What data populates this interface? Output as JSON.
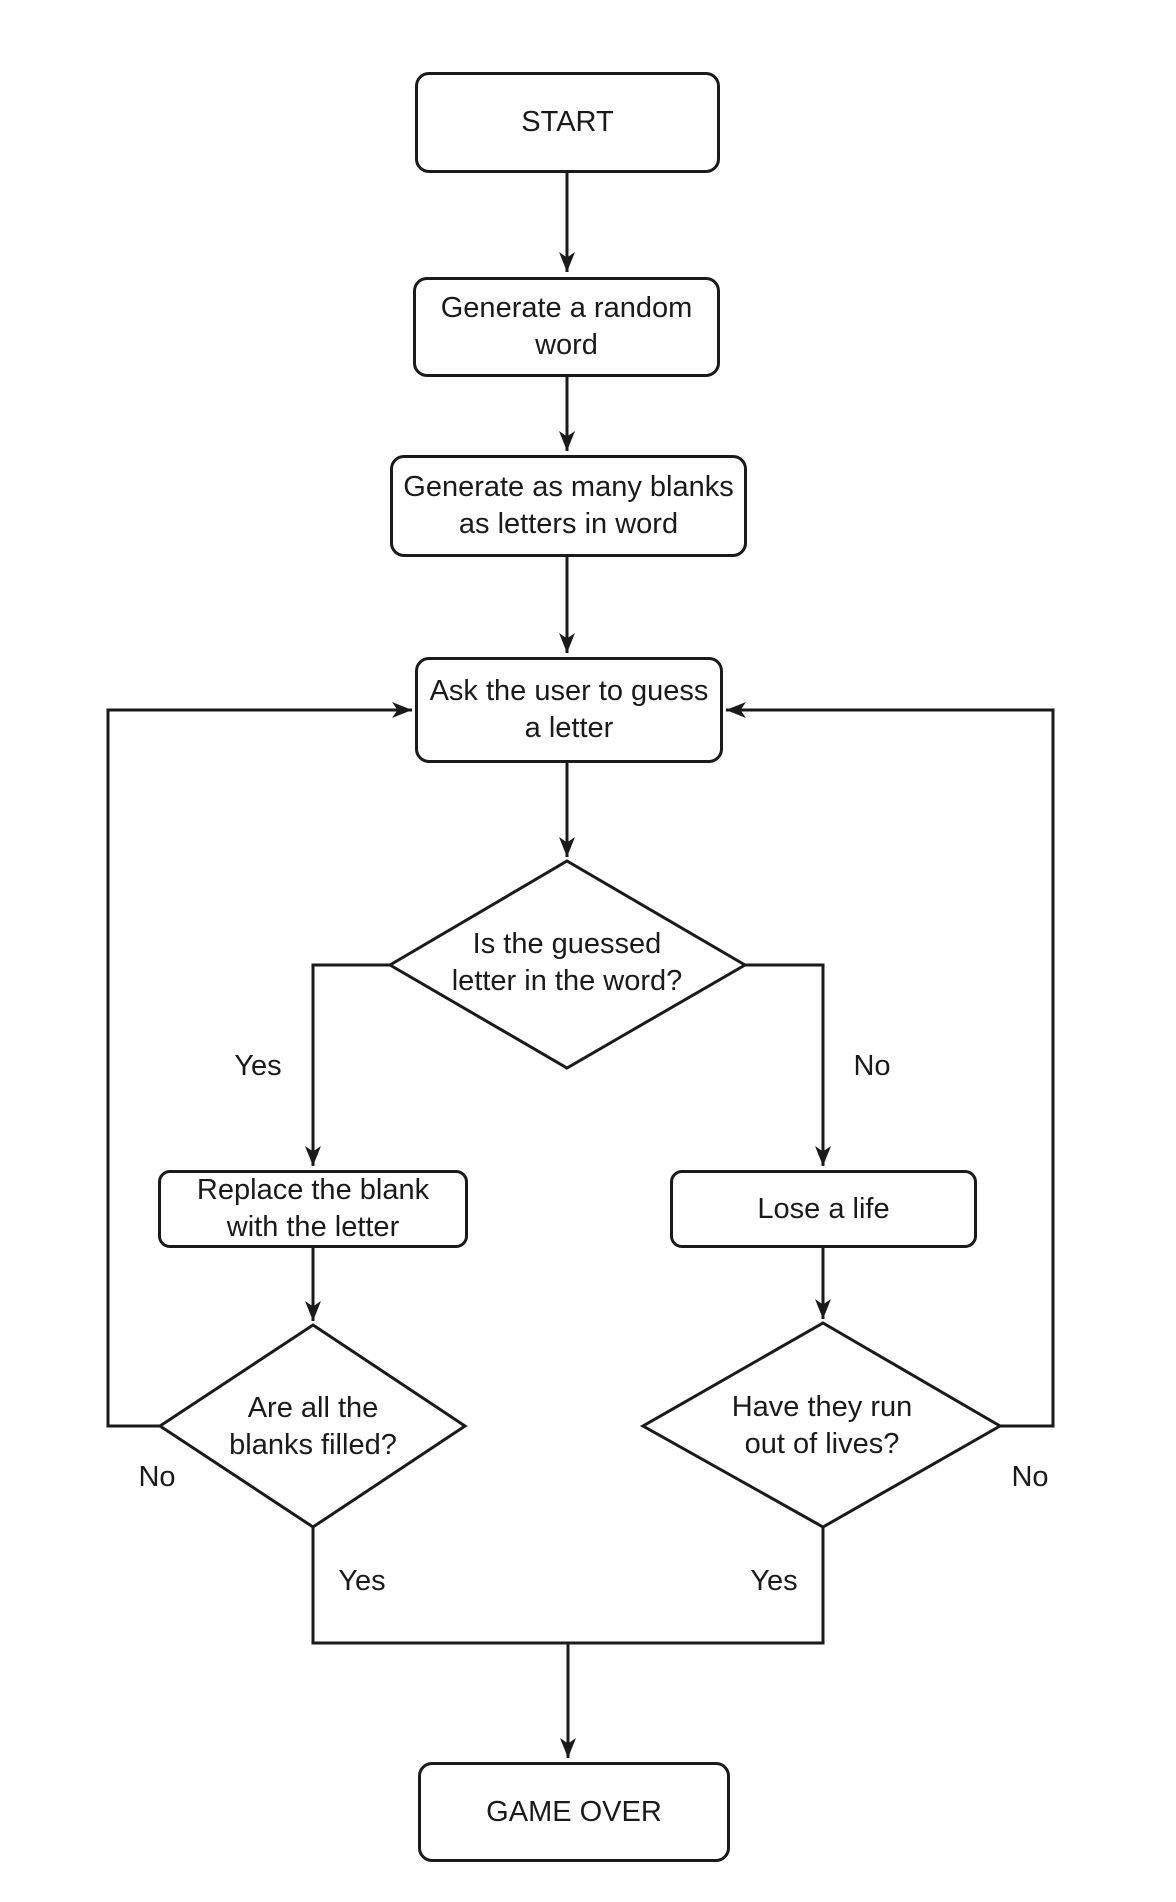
{
  "diagram_type": "flowchart",
  "colors": {
    "background": "#ffffff",
    "line": "#1a1a1a",
    "node_fill": "#ffffff",
    "text": "#1a1a1a"
  },
  "nodes": {
    "start": {
      "shape": "rounded-rect",
      "label": "START"
    },
    "generate_word": {
      "shape": "rounded-rect",
      "label": "Generate a random\nword"
    },
    "generate_blanks": {
      "shape": "rounded-rect",
      "label": "Generate as many blanks\nas letters in word"
    },
    "ask_guess": {
      "shape": "rounded-rect",
      "label": "Ask the user to guess\na letter"
    },
    "letter_in_word": {
      "shape": "diamond",
      "label": "Is the guessed\nletter in the word?"
    },
    "replace_blank": {
      "shape": "rounded-rect",
      "label": "Replace the blank\nwith the letter"
    },
    "lose_life": {
      "shape": "rounded-rect",
      "label": "Lose a life"
    },
    "blanks_filled": {
      "shape": "diamond",
      "label": "Are all the\nblanks filled?"
    },
    "out_of_lives": {
      "shape": "diamond",
      "label": "Have they run\nout of lives?"
    },
    "game_over": {
      "shape": "rounded-rect",
      "label": "GAME OVER"
    }
  },
  "edges": [
    {
      "from": "start",
      "to": "generate_word",
      "label": ""
    },
    {
      "from": "generate_word",
      "to": "generate_blanks",
      "label": ""
    },
    {
      "from": "generate_blanks",
      "to": "ask_guess",
      "label": ""
    },
    {
      "from": "ask_guess",
      "to": "letter_in_word",
      "label": ""
    },
    {
      "from": "letter_in_word",
      "to": "replace_blank",
      "label": "Yes"
    },
    {
      "from": "letter_in_word",
      "to": "lose_life",
      "label": "No"
    },
    {
      "from": "replace_blank",
      "to": "blanks_filled",
      "label": ""
    },
    {
      "from": "lose_life",
      "to": "out_of_lives",
      "label": ""
    },
    {
      "from": "blanks_filled",
      "to": "ask_guess",
      "label": "No"
    },
    {
      "from": "out_of_lives",
      "to": "ask_guess",
      "label": "No"
    },
    {
      "from": "blanks_filled",
      "to": "game_over",
      "label": "Yes"
    },
    {
      "from": "out_of_lives",
      "to": "game_over",
      "label": "Yes"
    }
  ]
}
